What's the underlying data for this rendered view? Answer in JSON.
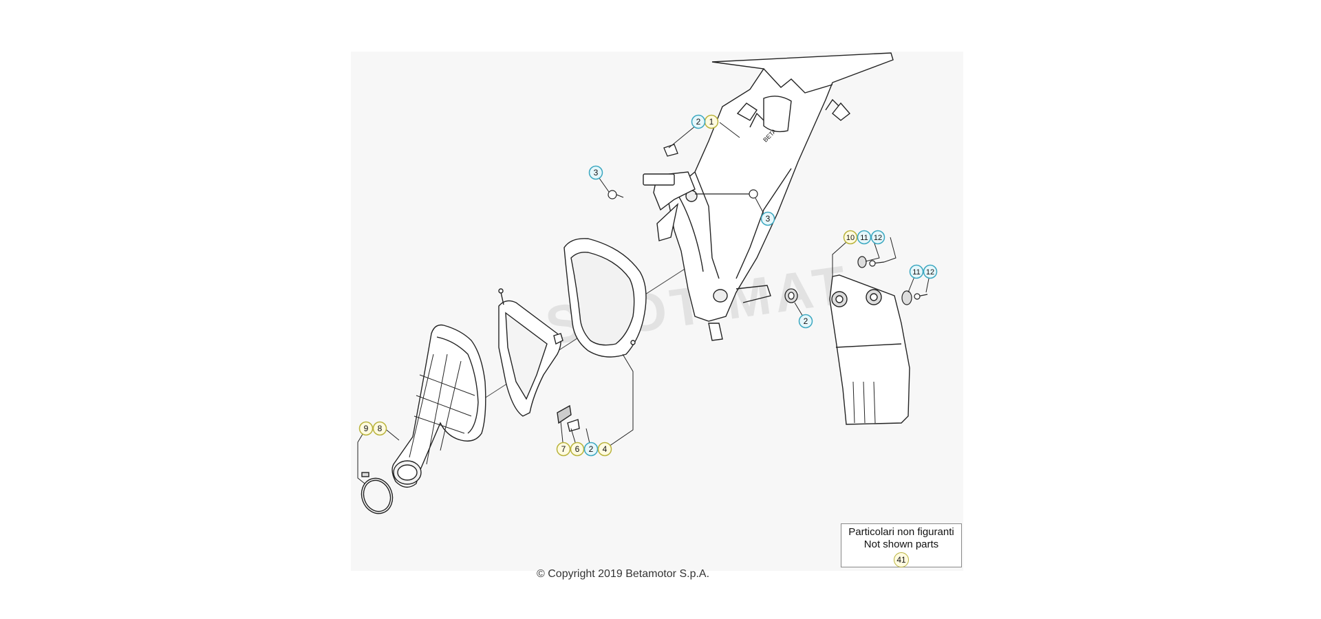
{
  "watermark": "SPOT MAT",
  "callouts": [
    {
      "id": "c1",
      "label": "1",
      "kind": "yellow"
    },
    {
      "id": "c2a",
      "label": "2",
      "kind": "blue"
    },
    {
      "id": "c3a",
      "label": "3",
      "kind": "blue"
    },
    {
      "id": "c3b",
      "label": "3",
      "kind": "blue"
    },
    {
      "id": "c2b",
      "label": "2",
      "kind": "blue"
    },
    {
      "id": "c10",
      "label": "10",
      "kind": "yellow"
    },
    {
      "id": "c11a",
      "label": "11",
      "kind": "blue"
    },
    {
      "id": "c12a",
      "label": "12",
      "kind": "blue"
    },
    {
      "id": "c11b",
      "label": "11",
      "kind": "blue"
    },
    {
      "id": "c12b",
      "label": "12",
      "kind": "blue"
    },
    {
      "id": "c9",
      "label": "9",
      "kind": "yellow"
    },
    {
      "id": "c8",
      "label": "8",
      "kind": "yellow"
    },
    {
      "id": "c7",
      "label": "7",
      "kind": "yellow"
    },
    {
      "id": "c6",
      "label": "6",
      "kind": "yellow"
    },
    {
      "id": "c2c",
      "label": "2",
      "kind": "blue"
    },
    {
      "id": "c4",
      "label": "4",
      "kind": "yellow"
    }
  ],
  "colors": {
    "yellow_fill": "#fffbe0",
    "yellow_stroke": "#b8b23a",
    "blue_fill": "#e6f7fb",
    "blue_stroke": "#3aa7c0",
    "line": "#222222"
  },
  "legend": {
    "line1": "Particolari non figuranti",
    "line2": "Not shown parts",
    "badge": "41"
  },
  "copyright": "© Copyright 2019 Betamotor S.p.A."
}
